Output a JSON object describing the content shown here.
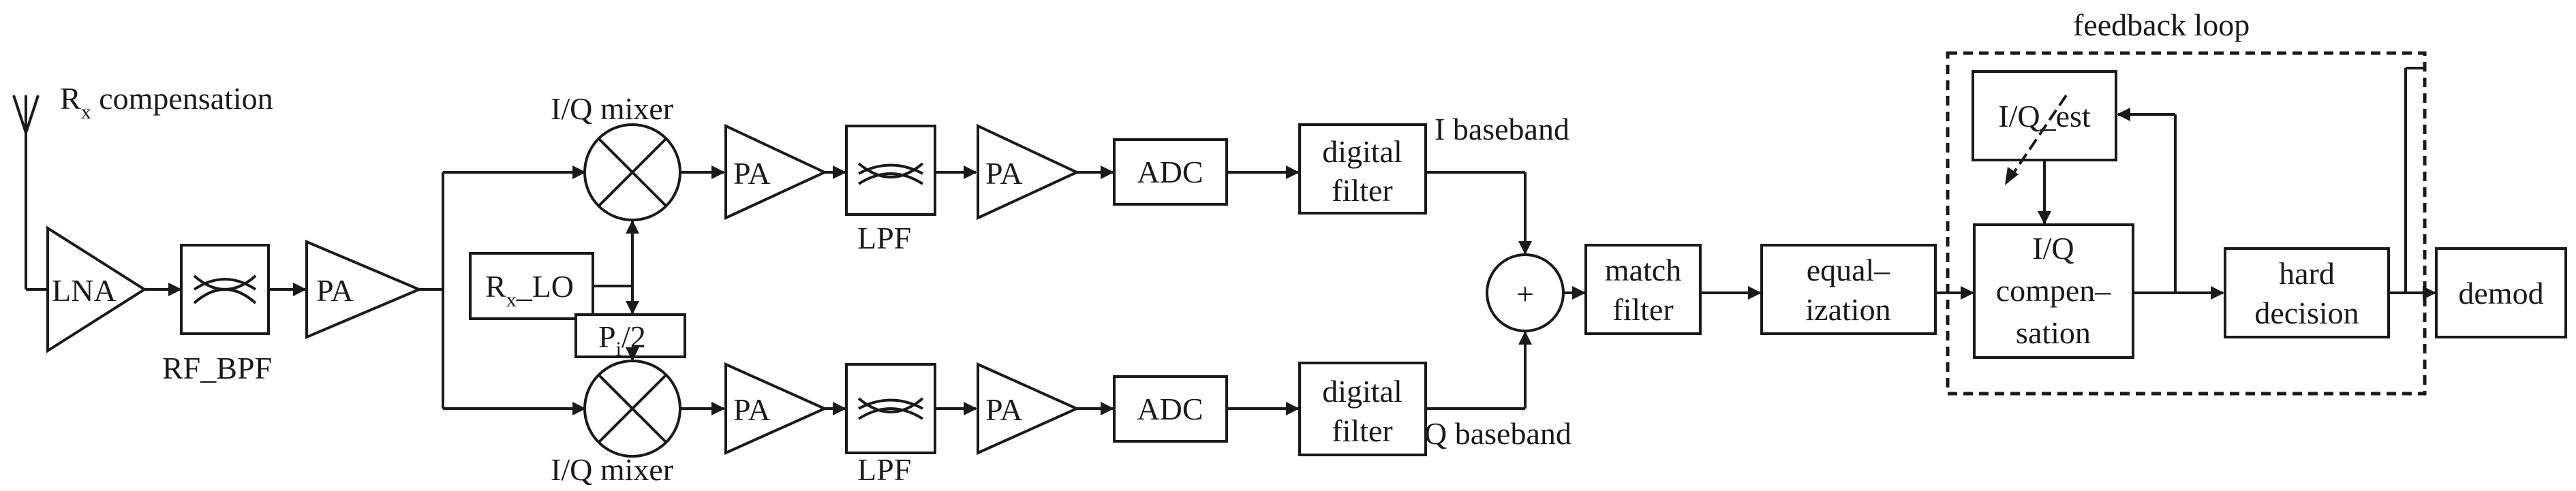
{
  "diagram": {
    "rx_compensation": {
      "main": "R",
      "sub": "x",
      "rest": " compensation"
    },
    "lna": "LNA",
    "rf_bpf": "RF_BPF",
    "pa": "PA",
    "iq_mixer": "I/Q mixer",
    "rx_lo": {
      "main": "R",
      "sub": "x",
      "rest": "_LO"
    },
    "phase_shift": {
      "main": "P",
      "sub": "i",
      "rest": "/2"
    },
    "lpf": "LPF",
    "adc": "ADC",
    "digital_filter": {
      "line1": "digital",
      "line2": "filter"
    },
    "i_baseband": "I baseband",
    "q_baseband": "Q baseband",
    "adder_sign": "+",
    "match_filter": {
      "line1": "match",
      "line2": "filter"
    },
    "equalization": {
      "line1": "equal–",
      "line2": "ization"
    },
    "iq_compensation": {
      "line1": "I/Q",
      "line2": "compen–",
      "line3": "sation"
    },
    "iq_est": "I/Q_est",
    "hard_decision": {
      "line1": "hard",
      "line2": "decision"
    },
    "demod": "demod",
    "feedback_loop": "feedback loop"
  }
}
